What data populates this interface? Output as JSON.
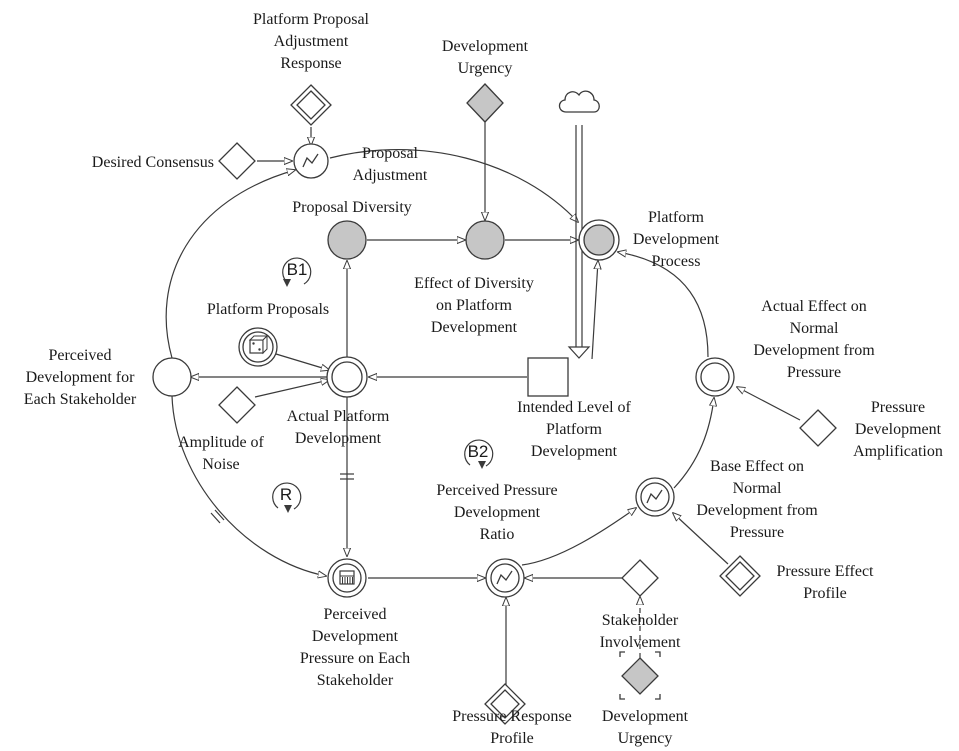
{
  "diagram": {
    "title": "",
    "labels": {
      "platform_proposal_adjustment_response": [
        "Platform Proposal",
        "Adjustment",
        "Response"
      ],
      "development_urgency_top": [
        "Development",
        "Urgency"
      ],
      "desired_consensus": [
        "Desired Consensus"
      ],
      "proposal_adjustment": [
        "Proposal",
        "Adjustment"
      ],
      "proposal_diversity": [
        "Proposal Diversity"
      ],
      "platform_development_process": [
        "Platform",
        "Development",
        "Process"
      ],
      "effect_of_diversity": [
        "Effect of Diversity",
        "on Platform",
        "Development"
      ],
      "platform_proposals": [
        "Platform Proposals"
      ],
      "perceived_development_for_each_stakeholder": [
        "Perceived",
        "Development for",
        "Each Stakeholder"
      ],
      "actual_platform_development": [
        "Actual Platform",
        "Development"
      ],
      "amplitude_of_noise": [
        "Amplitude of",
        "Noise"
      ],
      "intended_level": [
        "Intended Level of",
        "Platform",
        "Development"
      ],
      "actual_effect": [
        "Actual Effect on",
        "Normal",
        "Development from",
        "Pressure"
      ],
      "pressure_development_amplification": [
        "Pressure",
        "Development",
        "Amplification"
      ],
      "base_effect": [
        "Base Effect on",
        "Normal",
        "Development from",
        "Pressure"
      ],
      "perceived_pressure_ratio": [
        "Perceived Pressure",
        "Development",
        "Ratio"
      ],
      "pressure_effect_profile": [
        "Pressure Effect",
        "Profile"
      ],
      "perceived_development_pressure": [
        "Perceived",
        "Development",
        "Pressure on Each",
        "Stakeholder"
      ],
      "stakeholder_involvement": [
        "Stakeholder",
        "Involvement"
      ],
      "pressure_response_profile": [
        "Pressure Response",
        "Profile"
      ],
      "development_urgency_bottom": [
        "Development",
        "Urgency"
      ]
    },
    "loops": {
      "b1": "B1",
      "b2": "B2",
      "r": "R"
    },
    "colors": {
      "stroke": "#3a3a3a",
      "gray_fill": "#c6c6c6",
      "text": "#1a1a1a"
    },
    "icons": {
      "lookup": "graph-line-icon",
      "random": "dice-icon",
      "smooth": "bar-gauge-icon",
      "source": "cloud-icon"
    }
  }
}
